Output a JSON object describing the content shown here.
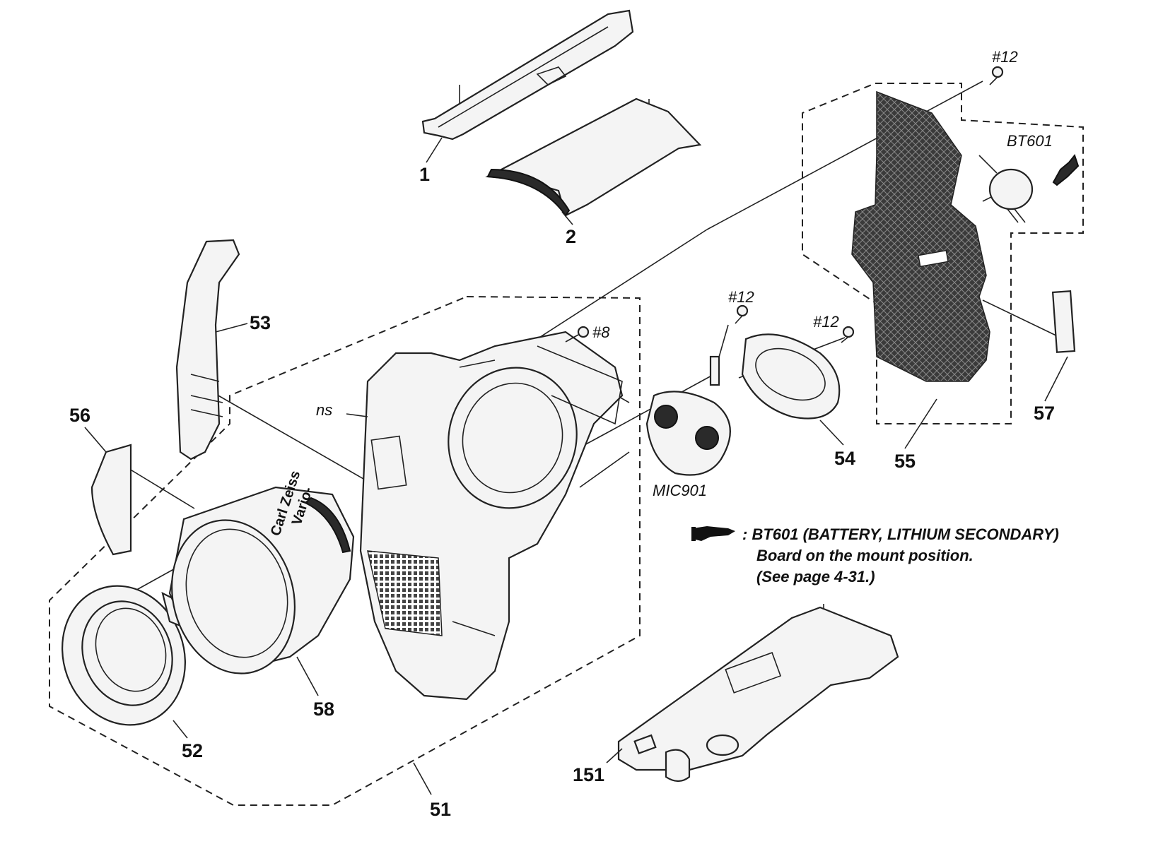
{
  "callouts": {
    "c1": "1",
    "c2": "2",
    "c51": "51",
    "c52": "52",
    "c53": "53",
    "c54": "54",
    "c55": "55",
    "c56": "56",
    "c57": "57",
    "c58": "58",
    "c151": "151"
  },
  "refs": {
    "screw_top": "#12",
    "screw_mic_left": "#12",
    "screw_mic_right": "#12",
    "screw_body": "#8",
    "ns": "ns",
    "bt601": "BT601",
    "mic901": "MIC901"
  },
  "lens_text": {
    "line1": "Carl Zeiss",
    "line2": "Vario-"
  },
  "note": {
    "symbol_name": "pointing-hand-icon",
    "line1": ": BT601 (BATTERY, LITHIUM SECONDARY)",
    "line2": "Board on the mount position.",
    "line3": "(See page 4-31.)"
  }
}
